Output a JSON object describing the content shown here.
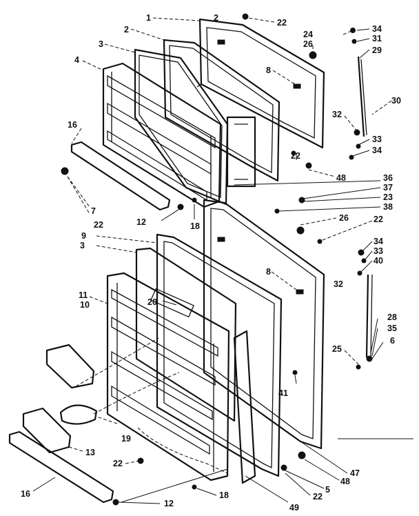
{
  "callouts": [
    {
      "id": "c1",
      "text": "1"
    },
    {
      "id": "c2a",
      "text": "2"
    },
    {
      "id": "c2b",
      "text": "2"
    },
    {
      "id": "c3a",
      "text": "3"
    },
    {
      "id": "c4",
      "text": "4"
    },
    {
      "id": "c22a",
      "text": "22"
    },
    {
      "id": "c24",
      "text": "24"
    },
    {
      "id": "c26a",
      "text": "26"
    },
    {
      "id": "c8a",
      "text": "8"
    },
    {
      "id": "c34a",
      "text": "34"
    },
    {
      "id": "c31",
      "text": "31"
    },
    {
      "id": "c29",
      "text": "29"
    },
    {
      "id": "c30",
      "text": "30"
    },
    {
      "id": "c32a",
      "text": "32"
    },
    {
      "id": "c33a",
      "text": "33"
    },
    {
      "id": "c34b",
      "text": "34"
    },
    {
      "id": "c16a",
      "text": "16"
    },
    {
      "id": "c22b",
      "text": "22"
    },
    {
      "id": "c48a",
      "text": "48"
    },
    {
      "id": "c36",
      "text": "36"
    },
    {
      "id": "c37",
      "text": "37"
    },
    {
      "id": "c23",
      "text": "23"
    },
    {
      "id": "c38",
      "text": "38"
    },
    {
      "id": "c26b",
      "text": "26"
    },
    {
      "id": "c22c",
      "text": "22"
    },
    {
      "id": "c7",
      "text": "7"
    },
    {
      "id": "c22d",
      "text": "22"
    },
    {
      "id": "c12a",
      "text": "12"
    },
    {
      "id": "c18a",
      "text": "18"
    },
    {
      "id": "c9",
      "text": "9"
    },
    {
      "id": "c3b",
      "text": "3"
    },
    {
      "id": "c8b",
      "text": "8"
    },
    {
      "id": "c34c",
      "text": "34"
    },
    {
      "id": "c33b",
      "text": "33"
    },
    {
      "id": "c40",
      "text": "40"
    },
    {
      "id": "c32b",
      "text": "32"
    },
    {
      "id": "c11",
      "text": "11"
    },
    {
      "id": "c10",
      "text": "10"
    },
    {
      "id": "c20",
      "text": "20"
    },
    {
      "id": "c28",
      "text": "28"
    },
    {
      "id": "c35",
      "text": "35"
    },
    {
      "id": "c6",
      "text": "6"
    },
    {
      "id": "c25",
      "text": "25"
    },
    {
      "id": "c41",
      "text": "41"
    },
    {
      "id": "c19",
      "text": "19"
    },
    {
      "id": "c13",
      "text": "13"
    },
    {
      "id": "c22e",
      "text": "22"
    },
    {
      "id": "c47",
      "text": "47"
    },
    {
      "id": "c48b",
      "text": "48"
    },
    {
      "id": "c5",
      "text": "5"
    },
    {
      "id": "c16b",
      "text": "16"
    },
    {
      "id": "c12b",
      "text": "12"
    },
    {
      "id": "c18b",
      "text": "18"
    },
    {
      "id": "c22f",
      "text": "22"
    },
    {
      "id": "c49",
      "text": "49"
    }
  ]
}
